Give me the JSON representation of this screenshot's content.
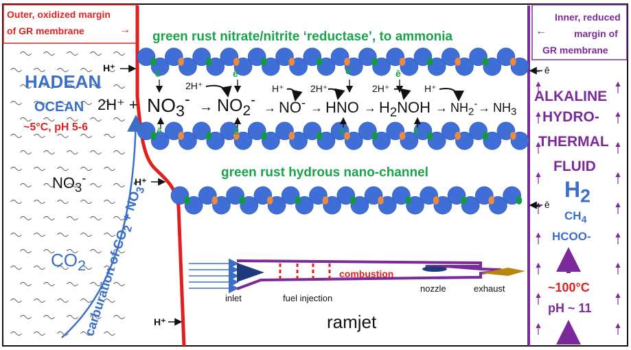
{
  "left_box": {
    "line1": "Outer, oxidized margin",
    "line2": "of GR membrane",
    "arrow": "→"
  },
  "right_box": {
    "line1": "Inner, reduced",
    "line2": "margin of",
    "line3": "GR membrane",
    "arrow": "←"
  },
  "top_title": "green rust nitrate/nitrite ‘reductase’, to ammonia",
  "channel_title": "green rust hydrous nano-channel",
  "ocean": {
    "line1": "HADEAN",
    "line2": "OCEAN",
    "conditions": "~5°C, pH 5-6",
    "nitrate_base": "NO",
    "nitrate_sub": "3",
    "nitrate_sup": "-",
    "co2_base": "CO",
    "co2_sub": "2"
  },
  "carburation": {
    "prefix": "carburation of CO",
    "sub": "2",
    "mid": " + NO",
    "sub2": "3",
    "sup": "-"
  },
  "protons": {
    "h_plus": "H⁺",
    "two_h": "2H⁺",
    "two_h_plus": "2H⁺ +"
  },
  "electron": "ē",
  "electron_arrow": "← ē",
  "reaction": {
    "no3": "NO",
    "no3_sub": "3",
    "no3_sup": "-",
    "no2": "NO",
    "no2_sub": "2",
    "no2_sup": "-",
    "no": "NO",
    "no_sup": "-",
    "hno": "HNO",
    "h2noh_a": "H",
    "h2noh_sub": "2",
    "h2noh_b": "NOH",
    "nh2": "NH",
    "nh2_sub": "2",
    "nh2_sup": "-",
    "nh3": "NH",
    "nh3_sub": "3",
    "arrow": "→"
  },
  "fluid": {
    "l1": "ALKALINE",
    "l2": "HYDRO-",
    "l3": "THERMAL",
    "l4": "FLUID",
    "h2_base": "H",
    "h2_sub": "2",
    "ch4_base": "CH",
    "ch4_sub": "4",
    "formate": "HCOO-",
    "temp": "~100°C",
    "ph": "pH ~ 11"
  },
  "ramjet": {
    "title": "ramjet",
    "inlet": "inlet",
    "fuel": "fuel injection",
    "combustion": "combustion",
    "nozzle": "nozzle",
    "exhaust": "exhaust"
  },
  "colors": {
    "ocean_blue": "#3a6fc9",
    "membrane_red": "#e02020",
    "fluid_purple": "#7a2a9a",
    "mineral_blue": "#3f6fd6",
    "green_dot": "#139a3a",
    "orange_dot": "#f08a3c"
  }
}
